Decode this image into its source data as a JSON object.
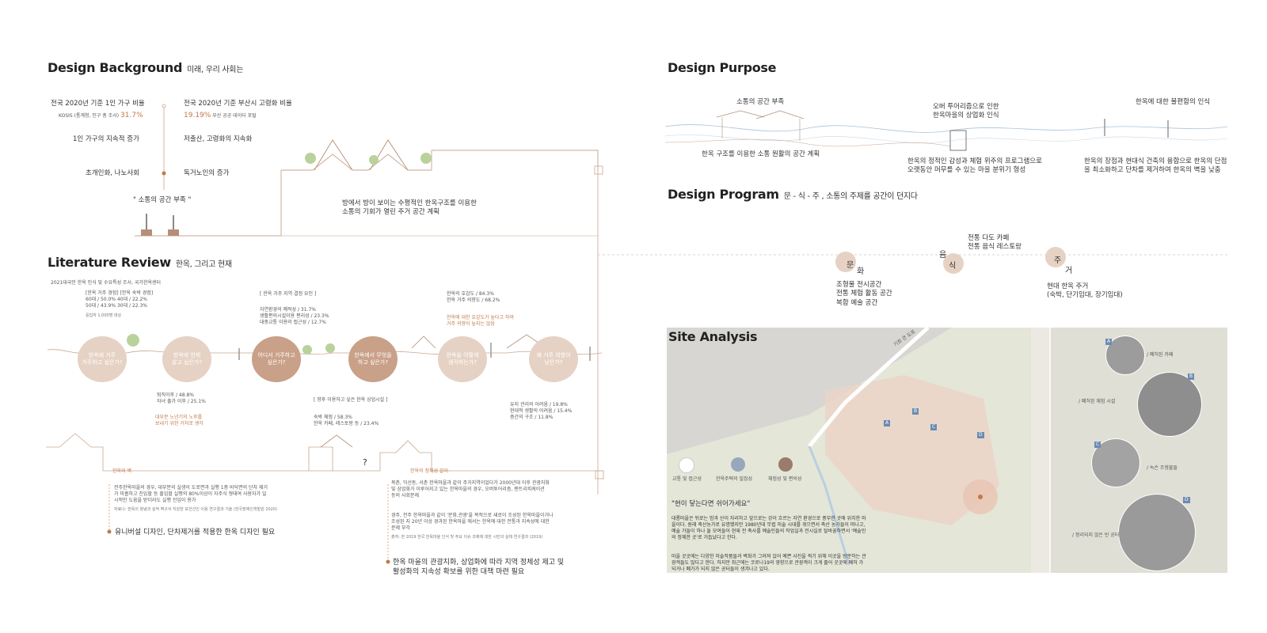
{
  "bg": {
    "title": "Design Background",
    "subtitle": "미래, 우리 사회는",
    "stat1_label": "전국 2020년 기준 1인 가구 비율",
    "stat1_source": "KOSIS (통계청, 인구 총 조사)",
    "stat1_value": "31.7%",
    "stat2_label": "전국 2020년 기준 부산시 고령화 비율",
    "stat2_value": "19.19%",
    "stat2_source": "부산 공공 데이터 포털",
    "left1": "1인 가구의 지속적 증가",
    "left2": "초개인화, 나노사회",
    "right1": "저출산, 고령화의 지속화",
    "right2": "독거노인의 증가",
    "quote": "\" 소통의 공간 부족 \"",
    "concept": "방에서 방이 보이는 수평적인 한옥구조를 이용한\n소통의 기회가 열린 주거 공간 계획"
  },
  "lit": {
    "title": "Literature Review",
    "subtitle": "한옥, 그리고 현재",
    "source": "2021대국민 한옥 인식 및 수요특성 조사, 국가한옥센터",
    "note1": "[한옥 거주 경험] [한옥 숙박 경험]\n60대 / 50.0%  40대 / 22.2%\n50대 / 43.9%  30대 / 22.3%",
    "note1_small": "응답자 1,000명 대상",
    "note2_title": "[ 한옥 거주 지역 결정 요인 ]",
    "note2": "자연환경의 쾌적성 / 31.7%\n생활편의시설이용 편리성 / 23.3%\n대중교통 이용의 접근성 / 12.7%",
    "note3": "한옥의 호감도 / 84.3%\n한옥 거주 의향도 / 68.2%",
    "note3_orange": "한옥에 대한 호감도가 높다고 하여\n거주 의향이 높지는 않음",
    "below1": "퇴직이후 / 48.8%\n자녀 출가 이후 / 25.1%",
    "below1_orange": "대부분 노년기의 노후를\n보내기 위한 거처로 생각",
    "below2_title": "[ 향후 이용하고 싶은 한옥 상업시설 ]",
    "below2": "숙박 체험 / 58.3%\n한옥 카페, 레스토랑 등 / 23.4%",
    "below3": "유지 관리의 어려움 / 19.8%\n현대적 생활의 어려움 / 15.4%\n층간의 구조 / 11.8%",
    "drops": [
      "한옥에 거주\n거주하고 싶은가?",
      "한옥에 언제\n살고 싶은가?",
      "어디서 거주하고\n싶은가?",
      "한옥에서 무엇을\n하고 싶은가?",
      "한옥을 어떻게\n생각하는가?",
      "왜 거주 의향이\n낮은가?"
    ],
    "wall_label": "한옥의 벽",
    "identity_label": "한옥의 정체성 갈이",
    "wall_text": "전주한옥마을의 경우, 대부분의 실생이 도로면과 실행 1층 바닥면의 단차 제거\n가 미흡하고 진입할 등 출입할 실행의 80%이상이 자주식 형태여 사용자가 일\n시적인 도움을 받더라도 실행 진입이 용가",
    "wall_small": "자료나: 한옥이 창녕과 실적 벽구서 지원한 보건선인 이용 연구결과 기술 (한국장애인개발원 2020)",
    "identity_text1": "북촌, 익선동, 서촌 한옥마을과 같이 주거지역이었다가 2000년대 이후 관광지화\n및 상업화가 이루어지고 있는 한옥마을의 경우, 오버투어리즘, 젠트리피케이션\n등의 사회문제",
    "identity_text2": "경주, 전주 한옥마을과 같이 '문화,관광'을 목적으로 새로이 조성된 한옥마을이거나\n조성된 지 20년 이상 경과된 한옥마을 에서는 한옥에 대한 전통과 지속성에 대한\n문제 부각",
    "identity_small": "출처: 한 2019 한국 한옥마을 인식 및 주요 이슈 과제에 대한 시민의 실태 연구결과 (2019)",
    "conclusion1": "유니버설 디자인, 단차제거를 적용한 한옥 디자인 필요",
    "conclusion2": "한옥 마을의 관광지화, 상업화에 따라 지역 정체성 제고 및\n활성화의 지속성 확보를 위한 대책 마련 필요"
  },
  "purpose": {
    "title": "Design Purpose",
    "items": [
      {
        "head": "소통의 공간 부족",
        "body": "한옥 구조를 이용한 소통 원활의 공간 계획"
      },
      {
        "head": "오버 투어리즘으로 인한\n한옥마을의 상업화 인식",
        "body": "한옥의 정적인 감성과 체험 위주의 프로그램으로\n오랫동안 머무를 수 있는 마을 분위기 형성"
      },
      {
        "head": "한옥에 대한 불편함의 인식",
        "body": "한옥의 장점과 현대식 건축의 융합으로 한옥의 단점\n을 최소화하고 단차를 제거하여 한옥의 벽을 낮춤"
      }
    ]
  },
  "program": {
    "title": "Design Program",
    "subtitle": "문 - 식 - 주 , 소통의 주제를 공간이 던지다",
    "nodes": [
      {
        "a": "문",
        "b": "화",
        "desc": "조형물 전시공간\n전통 체험 활동 공간\n복합 예술 공간"
      },
      {
        "a": "음",
        "b": "식",
        "desc": "전통 다도 카페\n전통 음식 레스토랑"
      },
      {
        "a": "주",
        "b": "거",
        "desc": "현대 한옥 주거\n(숙박, 단기임대, 장기임대)"
      }
    ]
  },
  "site": {
    "title": "Site Analysis",
    "road": "기장 큰 도로",
    "legend": [
      "교통 및 접근성",
      "한옥주택의 밀집성",
      "체험성 및 편의성"
    ],
    "quote": "\"현이 닿는다면 쉬어가세요\"",
    "p1": "대룡마을은 뒤로는 밤과 산이 자리하고 앞으로는 강이 흐르는 자연 환경으로 풍부한 곳에 위치한 마을이다. 원래 축산농가로 유명했지만 1980년대 무렵 미술 시대를 겪으면서 축산 농가들이 떠나고, 예술 가들이 하나 둘 모여들어 현재 전 축사를 예술인들의 작업실과 전시실로 탈바꿈하면서 '예술인의 정체한 곳'로 거듭났다고 한다.",
    "p2": "마을 곳곳에는 다양한 미술작품들과 벽화가 그려져 있어 예쁜 사진을 찍기 위해 이곳을 방문하는 관광객들도 많다고 한다. 하지만 최근에는 코로나19의 영향으로 관광객이 크게 줄어 곳곳에 폐허 가 되거나 폐가가 되지 않은 공터들이 생겨나고 있다.",
    "photos": [
      {
        "letter": "A",
        "label": "/ 폐허된 카페"
      },
      {
        "letter": "B",
        "label": "/ 폐허된 체험 시설"
      },
      {
        "letter": "C",
        "label": "/ 녹슨 조형물들"
      },
      {
        "letter": "D",
        "label": "/ 정리되지 않은 빈 공터"
      }
    ],
    "map_tags": [
      "A",
      "B",
      "C",
      "D"
    ]
  },
  "colors": {
    "accent": "#c07a4a",
    "drop_light": "#e6d2c4",
    "drop_mid": "#d9b9a3",
    "drop_dark": "#b98c70"
  }
}
